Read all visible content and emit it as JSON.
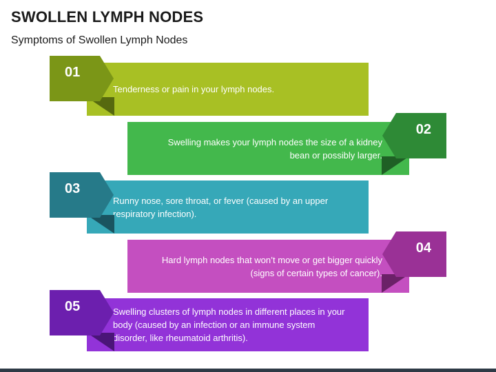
{
  "title": "SWOLLEN LYMPH NODES",
  "subtitle": "Symptoms of Swollen Lymph Nodes",
  "items": [
    {
      "num": "01",
      "text": "Tenderness or pain in your lymph nodes.",
      "color": "#a8c024",
      "tab_color": "#7b9617",
      "fold_color": "#56690f"
    },
    {
      "num": "02",
      "text": "Swelling makes your lymph nodes the size of a kidney bean or possibly larger.",
      "color": "#43b84c",
      "tab_color": "#2e8a36",
      "fold_color": "#1f5f25"
    },
    {
      "num": "03",
      "text": "Runny nose, sore throat, or fever (caused by an upper respiratory infection).",
      "color": "#36a8b8",
      "tab_color": "#267a89",
      "fold_color": "#1a5460"
    },
    {
      "num": "04",
      "text": "Hard lymph nodes that won’t move or get bigger quickly (signs of certain types of cancer).",
      "color": "#c44fc0",
      "tab_color": "#9a3196",
      "fold_color": "#6b2168"
    },
    {
      "num": "05",
      "text": "Swelling clusters of lymph nodes in different places in your body (caused by an infection or an immune system disorder, like rheumatoid arthritis).",
      "color": "#9233d8",
      "tab_color": "#6c1fae",
      "fold_color": "#4a1578"
    }
  ]
}
